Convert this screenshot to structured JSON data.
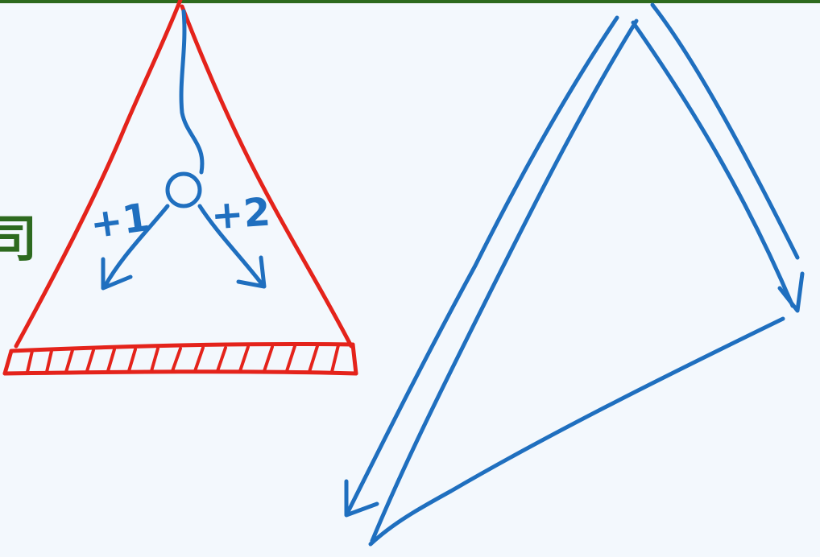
{
  "colors": {
    "background": "#f3f8fd",
    "red_ink": "#e4231b",
    "blue_ink": "#1f6fbf",
    "green_accent": "#2d6a1f"
  },
  "labels": {
    "left_tension": "+1",
    "right_tension": "+2",
    "edge_glyph": "司"
  }
}
